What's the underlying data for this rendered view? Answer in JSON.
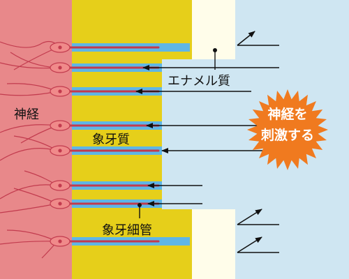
{
  "labels": {
    "nerve": "神経",
    "enamel": "エナメル質",
    "dentin": "象牙質",
    "tubule": "象牙細管",
    "stimulus_line1": "神経を",
    "stimulus_line2": "刺激する"
  },
  "colors": {
    "nerve_tissue": "#e8888a",
    "dentin": "#e6cf1a",
    "tubule_fluid": "#5fb6e6",
    "outside_fluid": "#cfe6f2",
    "enamel": "#fffdea",
    "nerve_fiber": "#c23b4e",
    "nerve_cell": "#f08a8a",
    "burst": "#f07a1f",
    "arrow": "#111111"
  },
  "icons": {
    "stimulus": "starburst-icon",
    "flow": "arrow-left-icon"
  }
}
